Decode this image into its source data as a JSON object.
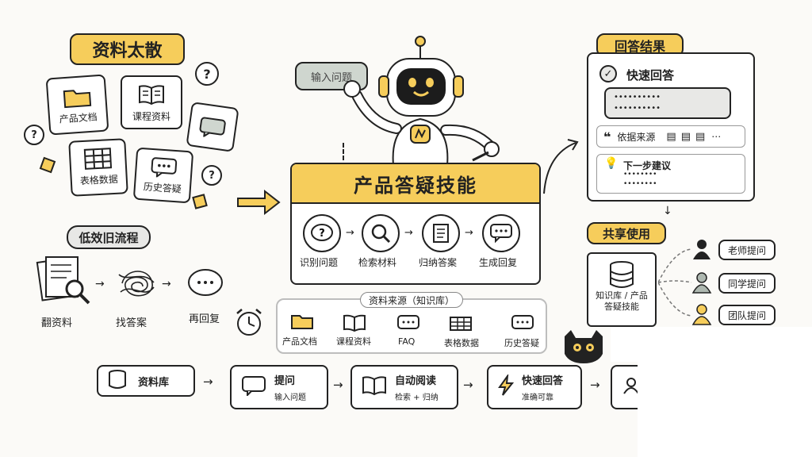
{
  "left": {
    "title": "资料太散",
    "items": [
      "产品文档",
      "课程资料",
      "表格数据",
      "历史答疑"
    ],
    "old_title": "低效旧流程",
    "old_steps": [
      "翻资料",
      "找答案",
      "再回复"
    ]
  },
  "center": {
    "bubble_text": "输入问题",
    "skill_title": "产品答疑技能",
    "steps": [
      "识别问题",
      "检索材料",
      "归纳答案",
      "生成回复"
    ],
    "source_title": "资料来源（知识库）",
    "sources": [
      "产品文档",
      "课程资料",
      "FAQ",
      "表格数据",
      "历史答疑"
    ]
  },
  "right": {
    "result_title": "回答结果",
    "fast_answer": "快速回答",
    "dots": "••••••••••",
    "basis": "依据来源",
    "next_title": "下一步建议",
    "next_dots": "••••••••",
    "share_title": "共享使用",
    "kb_label": "知识库 / 产品答疑技能",
    "users": [
      "老师提问",
      "同学提问",
      "团队提问"
    ]
  },
  "bottom": {
    "steps": [
      {
        "title": "资料库",
        "sub": ""
      },
      {
        "title": "提问",
        "sub": "输入问题"
      },
      {
        "title": "自动阅读",
        "sub": "检索 + 归纳"
      },
      {
        "title": "快速回答",
        "sub": "准确可靠"
      }
    ]
  },
  "colors": {
    "accent": "#f6cd5b",
    "ink": "#222222",
    "card": "#ffffff",
    "gray": "#e8e8e6"
  }
}
